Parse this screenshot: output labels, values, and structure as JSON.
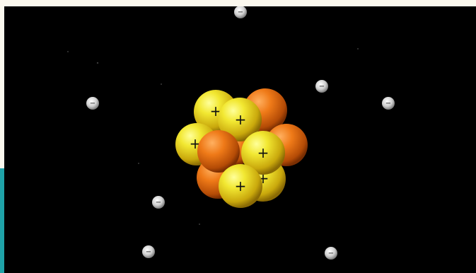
{
  "scene": {
    "background_color": "#000000",
    "nucleus": {
      "protons": 6,
      "neutrons": 6,
      "proton_symbol": "+",
      "proton_color": "#e8dc20",
      "neutron_color": "#e06e12"
    },
    "electrons": {
      "count": 7,
      "symbol": "−",
      "color": "#d8d8d8"
    }
  }
}
